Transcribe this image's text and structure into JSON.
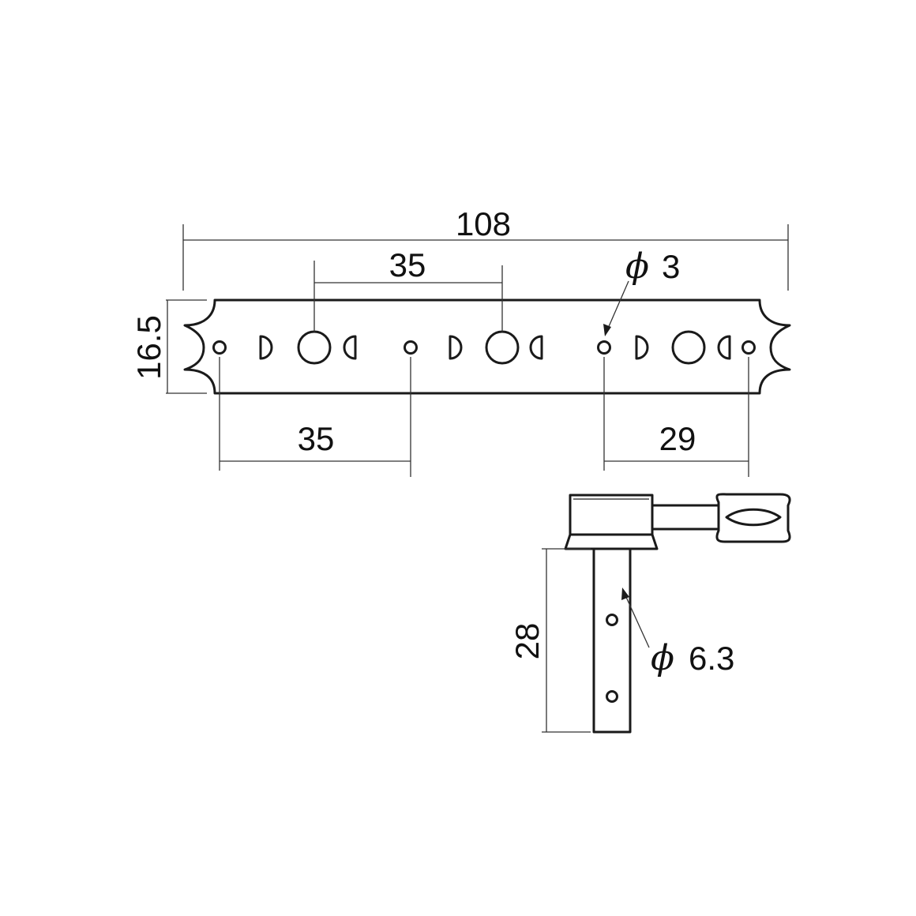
{
  "dimensions": {
    "overall_length": "108",
    "post_spacing_top": "35",
    "hole_diameter_symbol": "ϕ",
    "hole_diameter_value": "3",
    "plate_height": "16.5",
    "screw_spacing_left": "35",
    "screw_spacing_right": "29",
    "shaft_length": "28",
    "shaft_diameter_symbol": "ϕ",
    "shaft_diameter_value": "6.3"
  },
  "colors": {
    "line": "#1a1a1a",
    "background": "#ffffff"
  }
}
